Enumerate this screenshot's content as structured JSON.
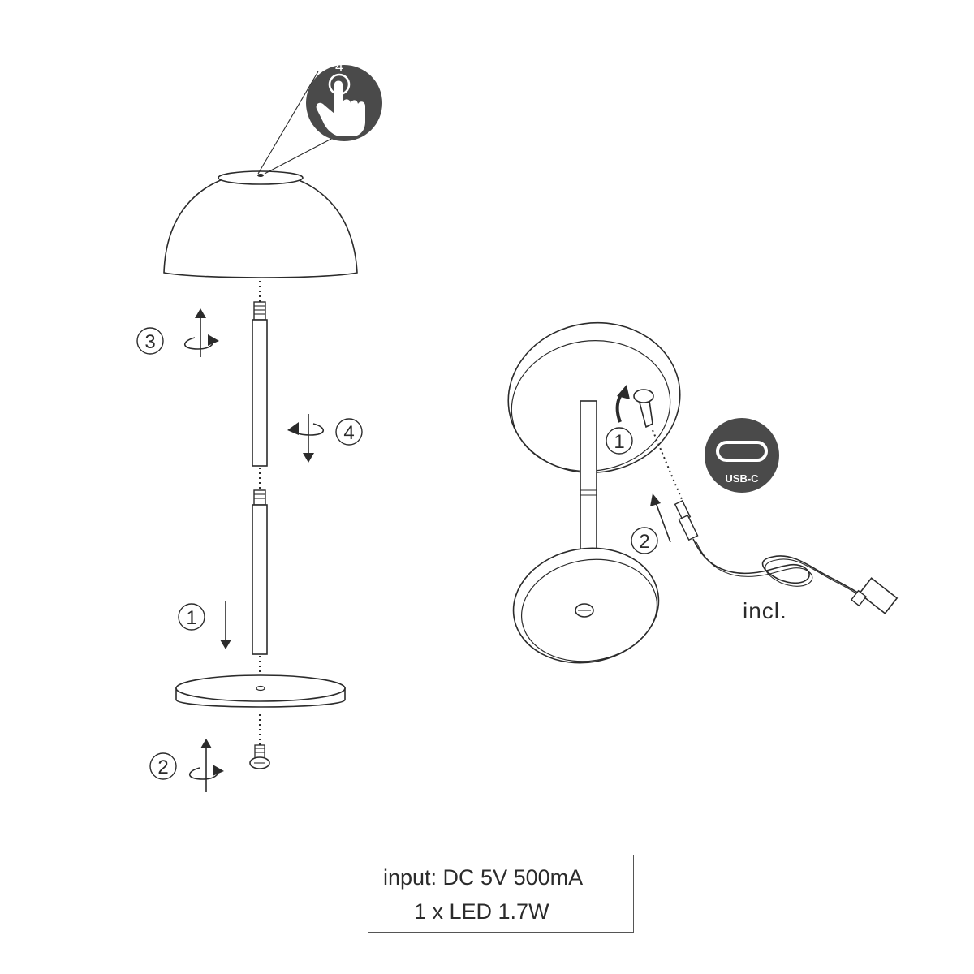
{
  "steps_left": {
    "step1": "1",
    "step2": "2",
    "step3": "3",
    "step4": "4"
  },
  "touch_icon": {
    "icon": "touch-dimmer-icon",
    "count": "4",
    "color": "#4a4a4a"
  },
  "steps_right": {
    "step1": "1",
    "step2": "2"
  },
  "usb_badge": {
    "label": "USB-C",
    "icon": "usb-c-port-icon",
    "color": "#4a4a4a"
  },
  "cable_label": "incl.",
  "specs": {
    "input": "input: DC 5V 500mA",
    "led": "1 x LED 1.7W"
  }
}
